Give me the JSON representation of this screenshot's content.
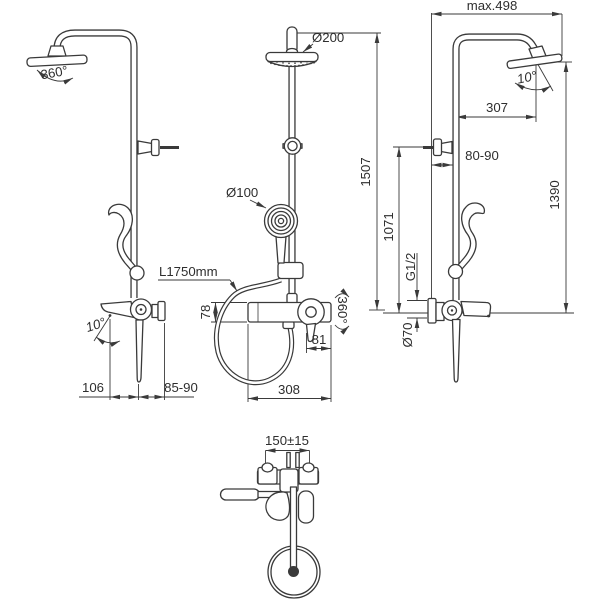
{
  "drawing": {
    "line_color": "#3a3a3a",
    "background": "#ffffff",
    "views": {
      "left_side": {
        "head_swivel": "360°",
        "spout_angle": "10°",
        "spout_reach": "106",
        "wall_distance": "85-90"
      },
      "front": {
        "head_diameter": "Ø200",
        "hand_shower_diameter": "Ø100",
        "hose_length": "L1750mm",
        "body_height": "78",
        "spout_offset": "81",
        "body_width": "308",
        "spout_swivel": "360°",
        "total_height": "1507"
      },
      "right_side": {
        "max_depth": "max.498",
        "head_tilt": "10°",
        "head_reach": "307",
        "bracket_depth": "80-90",
        "head_height": "1390",
        "bracket_height": "1071",
        "thread_size": "G1/2",
        "escutcheon_diameter": "Ø70"
      },
      "top": {
        "connection_spacing": "150±15"
      }
    }
  }
}
